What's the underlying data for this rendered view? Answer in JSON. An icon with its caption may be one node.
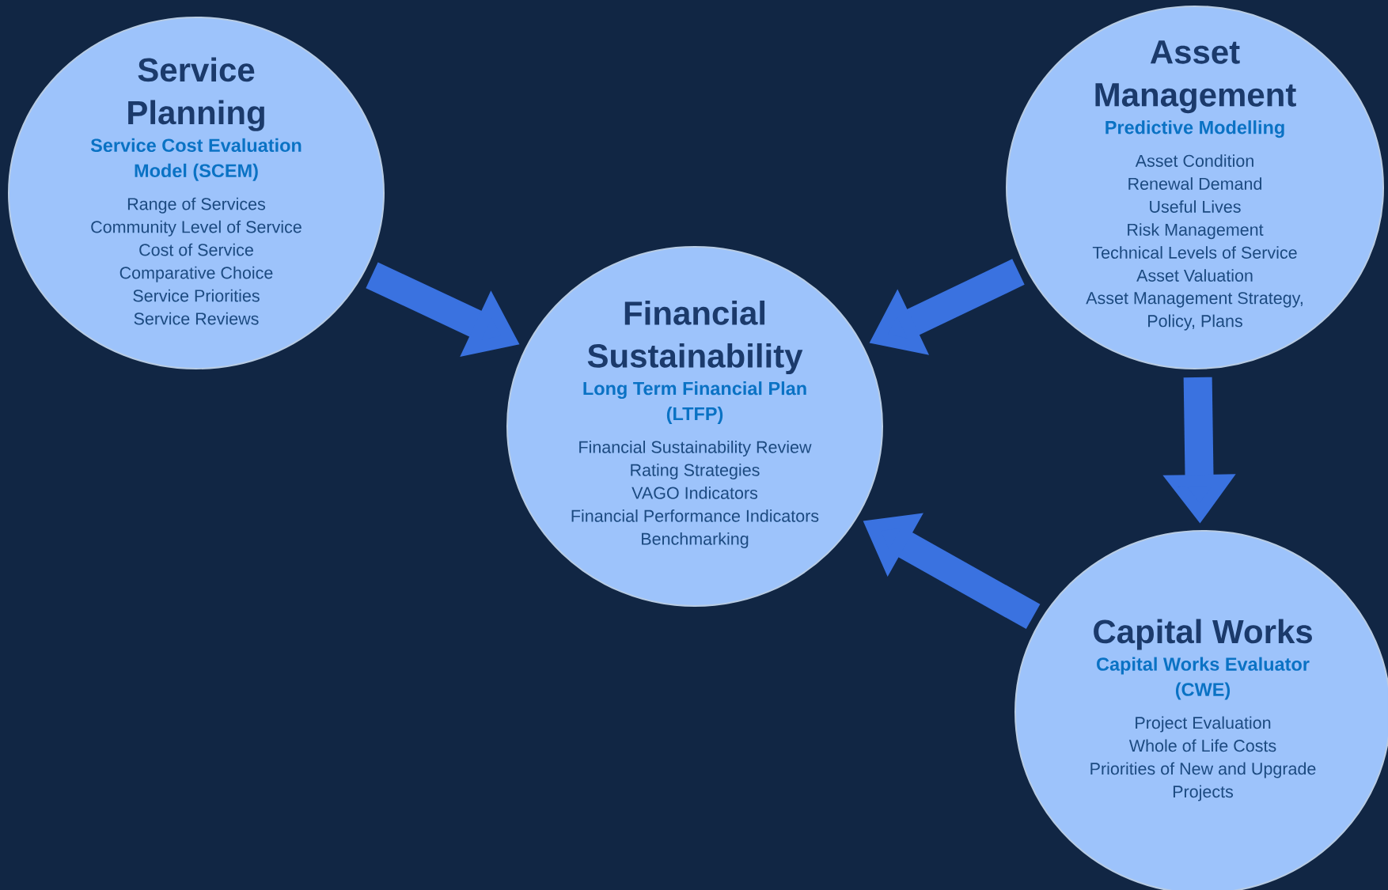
{
  "diagram": {
    "nodes": [
      {
        "text": [
          "Service Planning",
          "Service Cost Evaluation Model (SCEM)",
          "Range of Services",
          "Community Level of Service",
          "Cost of Service",
          "Comparative Choice",
          "Service Priorities",
          "Service Reviews"
        ]
      },
      {
        "text": [
          "Financial Sustainability",
          "Long Term Financial Plan (LTFP)",
          "Financial Sustainability Review",
          "Rating Strategies",
          "VAGO Indicators",
          "Financial Performance Indicators",
          "Benchmarking"
        ]
      },
      {
        "text": [
          "Asset Management",
          "Predictive Modelling",
          "Asset Condition",
          "Renewal Demand",
          "Useful Lives",
          "Risk Management",
          "Technical Levels of Service",
          "Asset Valuation",
          "Asset Management Strategy, Policy, Plans"
        ]
      },
      {
        "text": [
          "Capital Works",
          "Capital Works Evaluator (CWE)",
          "Project Evaluation",
          "Whole of Life Costs",
          "Priorities of New and Upgrade Projects"
        ]
      }
    ],
    "edges": [
      {
        "from": 0,
        "to": 1,
        "arrow": "to"
      },
      {
        "from": 2,
        "to": 1,
        "arrow": "to"
      },
      {
        "from": 2,
        "to": 3,
        "arrow": "to"
      },
      {
        "from": 3,
        "to": 1,
        "arrow": "to"
      }
    ]
  }
}
